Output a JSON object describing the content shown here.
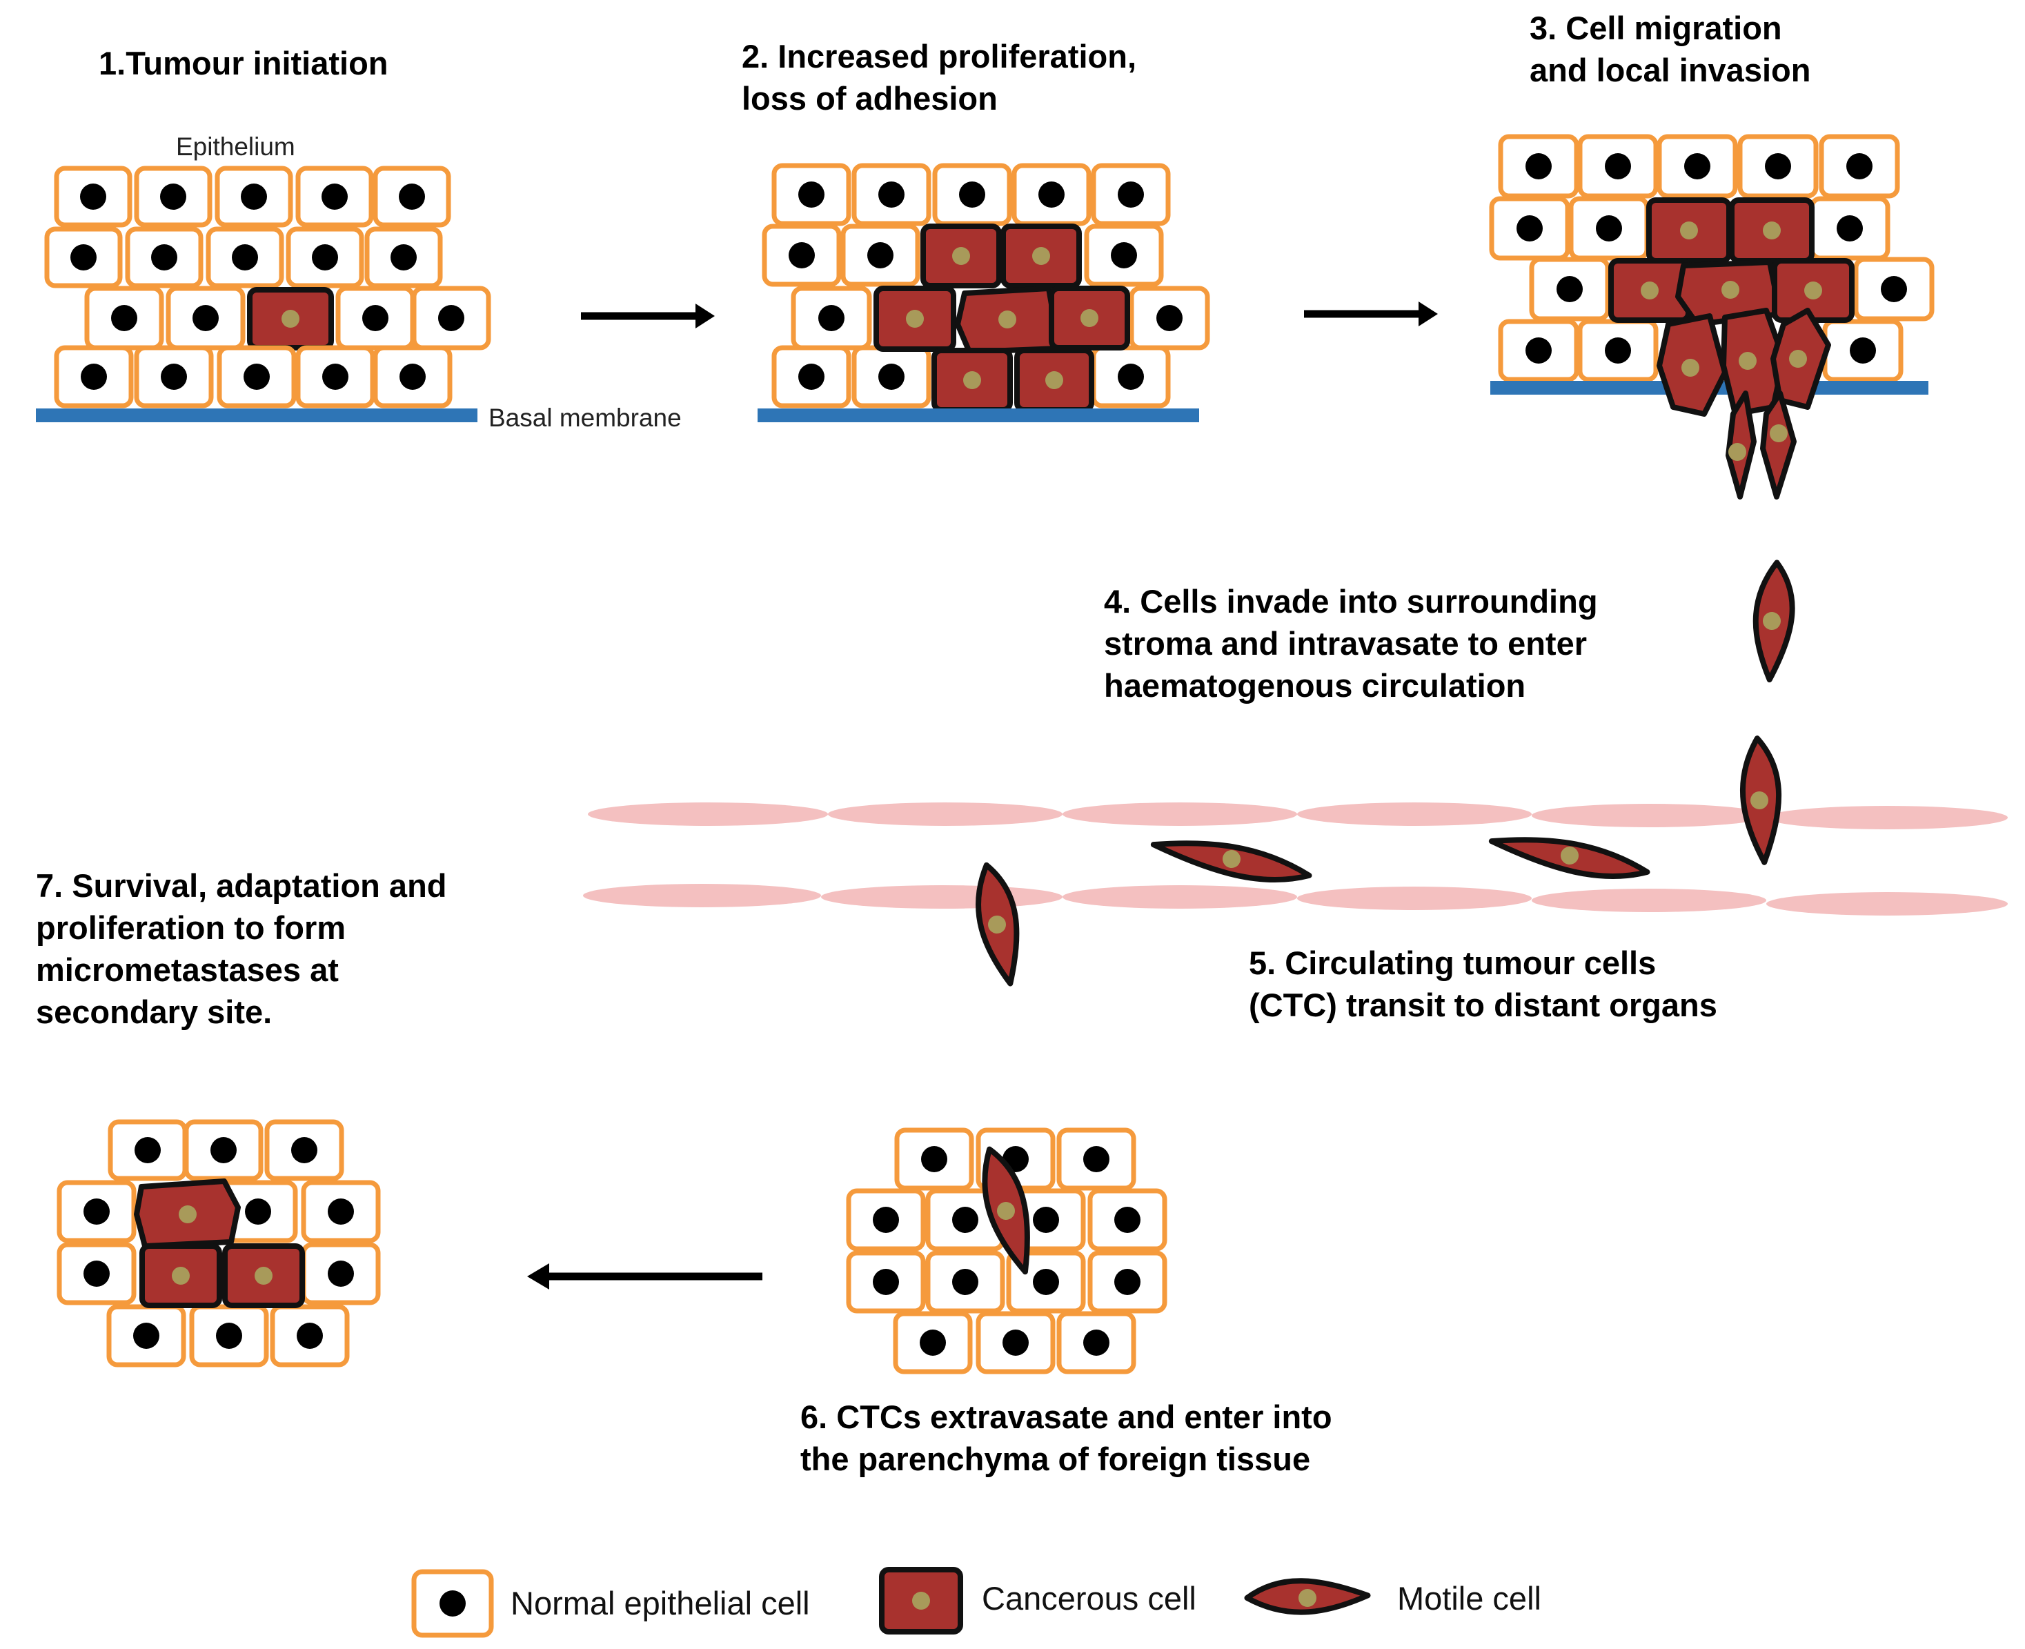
{
  "stages": {
    "s1": [
      "1.Tumour initiation"
    ],
    "s2": [
      "2. Increased proliferation,",
      "loss of adhesion"
    ],
    "s3": [
      "3. Cell migration",
      "and local invasion"
    ],
    "s4": [
      "4. Cells invade into surrounding",
      "stroma and intravasate to enter",
      "haematogenous circulation"
    ],
    "s5": [
      "5. Circulating tumour cells",
      "(CTC) transit to distant organs"
    ],
    "s6": [
      "6. CTCs extravasate and enter into",
      "the parenchyma of foreign tissue"
    ],
    "s7": [
      "7. Survival, adaptation and",
      "proliferation  to form",
      "micrometastases  at",
      "secondary site."
    ]
  },
  "labels": {
    "epithelium": "Epithelium",
    "basal_membrane": "Basal membrane"
  },
  "legend": {
    "normal": "Normal epithelial cell",
    "cancerous": "Cancerous cell",
    "motile": "Motile cell"
  },
  "colors": {
    "normal_border": "#f59a3c",
    "nucleus": "#000000",
    "cancer_fill": "#a8322e",
    "cancer_nucleus": "#a89a5a",
    "membrane": "#2e75b6",
    "vessel": "#f4c0c0",
    "arrow": "#000000"
  }
}
